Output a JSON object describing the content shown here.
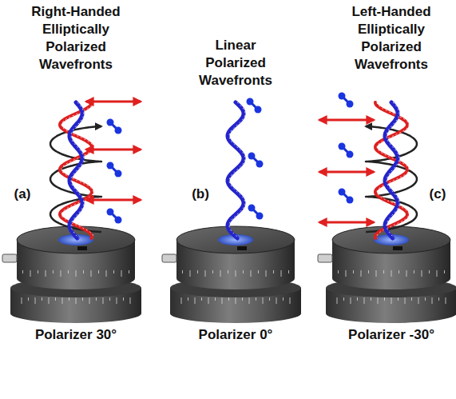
{
  "diagram": {
    "labels": [
      "Right-Handed Elliptically Polarized Wavefronts",
      "Linear Polarized Wavefronts",
      "Left-Handed Elliptically Polarized Wavefronts",
      "(a)",
      "(b)",
      "(c)",
      "Polarizer 30°",
      "Polarizer 0°",
      "Polarizer -30°"
    ]
  }
}
